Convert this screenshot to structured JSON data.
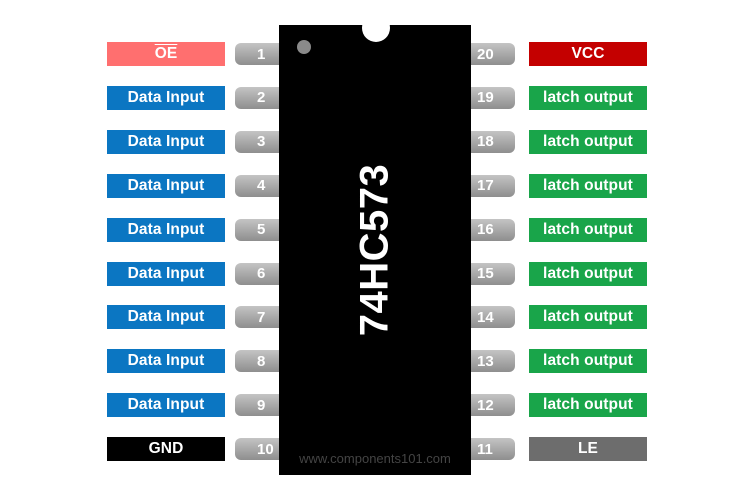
{
  "chip": {
    "name": "74HC573",
    "watermark": "www.components101.com"
  },
  "left_pins": [
    {
      "pin": "1",
      "label": "OE",
      "overline": true,
      "color": "#ff6f6f"
    },
    {
      "pin": "2",
      "label": "Data Input",
      "overline": false,
      "color": "#0b76c2"
    },
    {
      "pin": "3",
      "label": "Data Input",
      "overline": false,
      "color": "#0b76c2"
    },
    {
      "pin": "4",
      "label": "Data Input",
      "overline": false,
      "color": "#0b76c2"
    },
    {
      "pin": "5",
      "label": "Data Input",
      "overline": false,
      "color": "#0b76c2"
    },
    {
      "pin": "6",
      "label": "Data Input",
      "overline": false,
      "color": "#0b76c2"
    },
    {
      "pin": "7",
      "label": "Data Input",
      "overline": false,
      "color": "#0b76c2"
    },
    {
      "pin": "8",
      "label": "Data Input",
      "overline": false,
      "color": "#0b76c2"
    },
    {
      "pin": "9",
      "label": "Data Input",
      "overline": false,
      "color": "#0b76c2"
    },
    {
      "pin": "10",
      "label": "GND",
      "overline": false,
      "color": "#000000"
    }
  ],
  "right_pins": [
    {
      "pin": "20",
      "label": "VCC",
      "color": "#c40000"
    },
    {
      "pin": "19",
      "label": "latch output",
      "color": "#19a54a"
    },
    {
      "pin": "18",
      "label": "latch output",
      "color": "#19a54a"
    },
    {
      "pin": "17",
      "label": "latch output",
      "color": "#19a54a"
    },
    {
      "pin": "16",
      "label": "latch output",
      "color": "#19a54a"
    },
    {
      "pin": "15",
      "label": "latch output",
      "color": "#19a54a"
    },
    {
      "pin": "14",
      "label": "latch output",
      "color": "#19a54a"
    },
    {
      "pin": "13",
      "label": "latch output",
      "color": "#19a54a"
    },
    {
      "pin": "12",
      "label": "latch output",
      "color": "#19a54a"
    },
    {
      "pin": "11",
      "label": "LE",
      "color": "#6d6d6d"
    }
  ]
}
